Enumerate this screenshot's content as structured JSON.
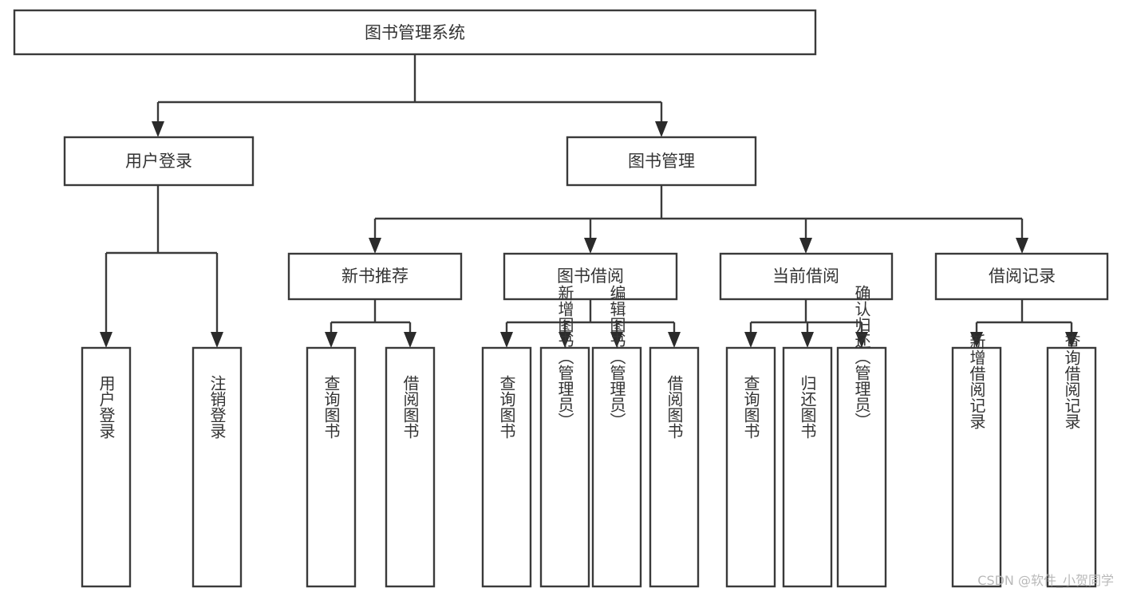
{
  "diagram": {
    "type": "tree-hierarchy-chart",
    "orientation": "top-down",
    "root": {
      "id": "root",
      "label": "图书管理系统",
      "level": 0
    },
    "level2": [
      {
        "id": "user-login",
        "label": "用户登录",
        "level": 1
      },
      {
        "id": "book-management",
        "label": "图书管理",
        "level": 1
      }
    ],
    "level3": [
      {
        "id": "new-book-recommend",
        "label": "新书推荐",
        "level": 2,
        "parent": "book-management"
      },
      {
        "id": "book-borrow",
        "label": "图书借阅",
        "level": 2,
        "parent": "book-management"
      },
      {
        "id": "current-borrow",
        "label": "当前借阅",
        "level": 2,
        "parent": "book-management"
      },
      {
        "id": "borrow-record",
        "label": "借阅记录",
        "level": 2,
        "parent": "book-management"
      }
    ],
    "leaves": [
      {
        "id": "leaf-user-login",
        "label": "用户登录",
        "parent": "user-login"
      },
      {
        "id": "leaf-user-logout",
        "label": "注销登录",
        "parent": "user-login"
      },
      {
        "id": "leaf-query-book-1",
        "label": "查询图书",
        "parent": "new-book-recommend"
      },
      {
        "id": "leaf-borrow-book-1",
        "label": "借阅图书",
        "parent": "new-book-recommend"
      },
      {
        "id": "leaf-query-book-2",
        "label": "查询图书",
        "parent": "book-borrow"
      },
      {
        "id": "leaf-add-book",
        "label": "新增图书（管理员）",
        "parent": "book-borrow"
      },
      {
        "id": "leaf-edit-book",
        "label": "编辑图书（管理员）",
        "parent": "book-borrow"
      },
      {
        "id": "leaf-borrow-book-2",
        "label": "借阅图书",
        "parent": "book-borrow"
      },
      {
        "id": "leaf-query-book-3",
        "label": "查询图书",
        "parent": "current-borrow"
      },
      {
        "id": "leaf-return-book",
        "label": "归还图书",
        "parent": "current-borrow"
      },
      {
        "id": "leaf-confirm-return",
        "label": "确认归还（管理员）",
        "parent": "current-borrow"
      },
      {
        "id": "leaf-add-record",
        "label": "新增借阅记录",
        "parent": "borrow-record"
      },
      {
        "id": "leaf-query-record",
        "label": "查询借阅记录",
        "parent": "borrow-record"
      }
    ]
  },
  "watermark": {
    "label": "CSDN @软件_小贺同学"
  },
  "colors": {
    "box_stroke": "#3a3a3a",
    "box_fill": "#ffffff",
    "text": "#333333",
    "canvas": "#ffffff",
    "watermark": "#b9b9b9"
  }
}
